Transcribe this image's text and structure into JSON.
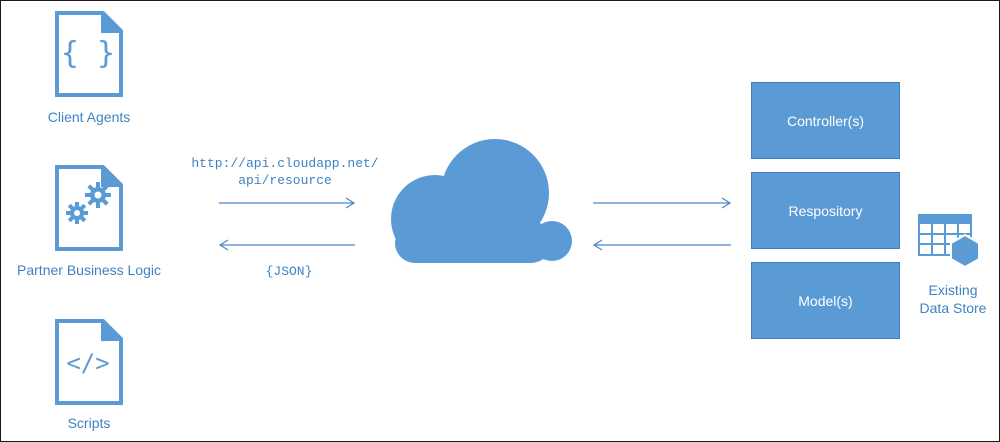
{
  "clients": [
    {
      "label": "Client Agents",
      "icon": "curly-braces-document-icon"
    },
    {
      "label": "Partner Business Logic",
      "icon": "gears-document-icon"
    },
    {
      "label": "Scripts",
      "icon": "code-tag-document-icon"
    }
  ],
  "request": {
    "url_line1": "http://api.cloudapp.net/",
    "url_line2": "api/resource"
  },
  "response": {
    "format": "{JSON}"
  },
  "cloud": {
    "icon": "cloud-icon"
  },
  "layers": [
    {
      "label": "Controller(s)"
    },
    {
      "label": "Respository"
    },
    {
      "label": "Model(s)"
    }
  ],
  "datastore": {
    "line1": "Existing",
    "line2": "Data Store",
    "icon": "database-table-icon"
  },
  "colors": {
    "primary": "#5b9bd5",
    "text": "#3f83c2",
    "arrow": "#4a86c5",
    "border": "#1a1a1a"
  }
}
